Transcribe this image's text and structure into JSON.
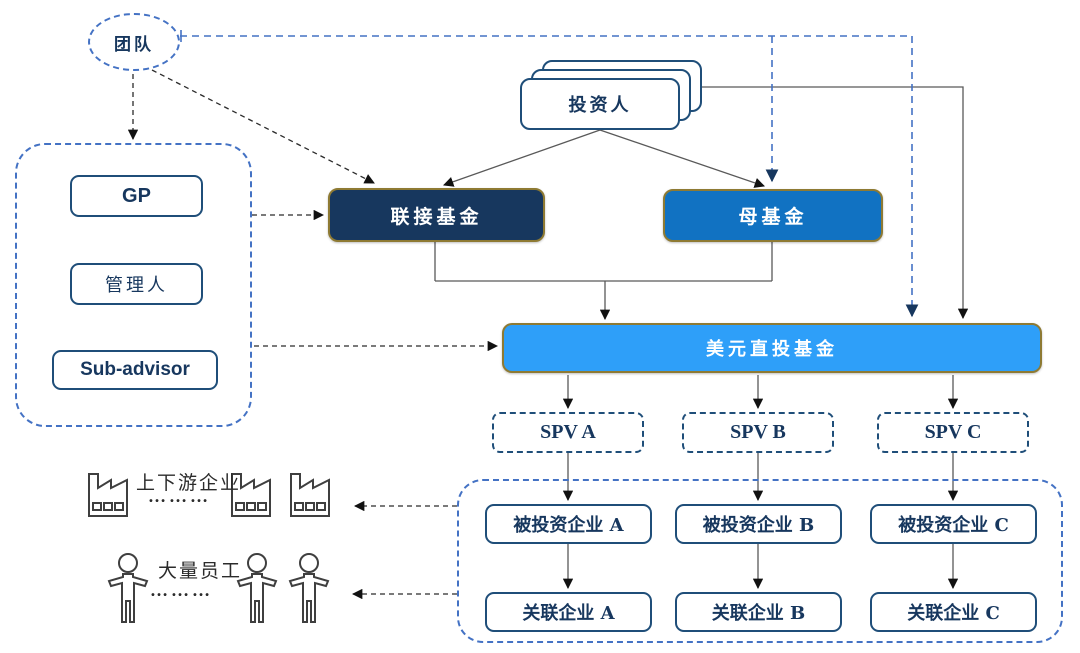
{
  "diagram": {
    "team": {
      "label": "团队"
    },
    "investors": {
      "label": "投资人"
    },
    "left_panel": {
      "gp": "GP",
      "manager": "管理人",
      "sub_advisor": "Sub-advisor"
    },
    "feeder_fund": {
      "label": "联接基金"
    },
    "mother_fund": {
      "label": "母基金"
    },
    "usd_fund": {
      "label": "美元直投基金"
    },
    "spvs": [
      {
        "label": "SPV A"
      },
      {
        "label": "SPV B"
      },
      {
        "label": "SPV C"
      }
    ],
    "portfolio": [
      {
        "invested": "被投资企业 A",
        "affiliate": "关联企业 A"
      },
      {
        "invested": "被投资企业 B",
        "affiliate": "关联企业 B"
      },
      {
        "invested": "被投资企业 C",
        "affiliate": "关联企业 C"
      }
    ],
    "upstream": {
      "label": "上下游企业",
      "dots": "………"
    },
    "employees": {
      "label": "大量员工",
      "dots": "………"
    },
    "colors": {
      "navy_text": "#17375E",
      "box_border": "#1F4E79",
      "dashed_blue": "#4472C4",
      "feeder_fill": "#17375E",
      "mother_fill": "#1172C2",
      "usd_fill": "#2E9FF9",
      "gold_border": "#8E7A33"
    }
  }
}
